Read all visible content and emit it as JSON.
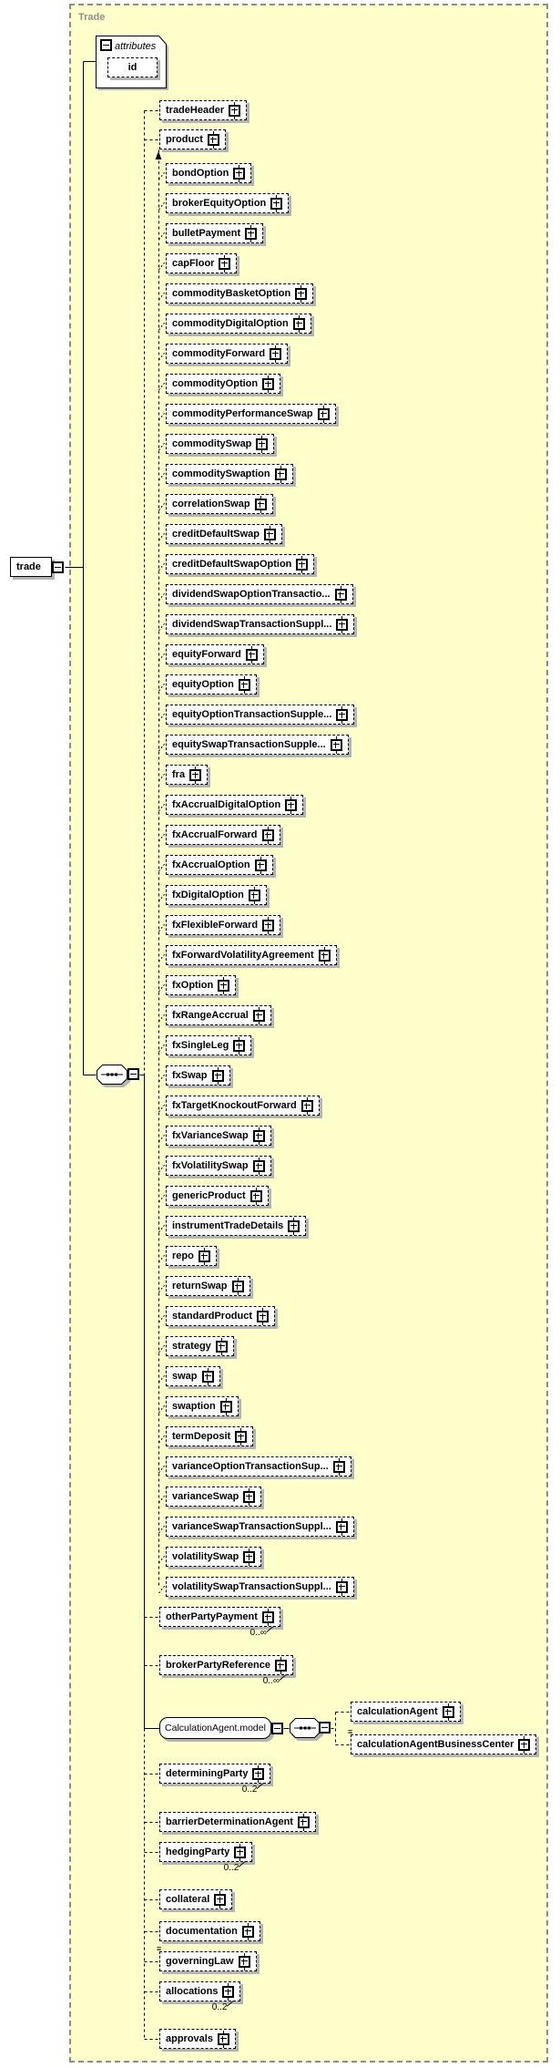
{
  "frame_title": "Trade",
  "root": {
    "label": "trade"
  },
  "attributes_panel": {
    "title": "attributes",
    "attributes": [
      {
        "label": "id"
      }
    ]
  },
  "icons": {
    "expand": "+",
    "collapse": "−",
    "annotation": "≡",
    "sequence": "sequence-compositor"
  },
  "colors": {
    "frame_bg": "#ffffcc",
    "frame_border": "#8c8c8c",
    "box_shadow": "#b4b4b4",
    "text": "#000000"
  },
  "top_children": [
    {
      "label": "tradeHeader"
    },
    {
      "label": "product",
      "substitution_group_head": true
    }
  ],
  "product_substitutions": [
    {
      "label": "bondOption"
    },
    {
      "label": "brokerEquityOption"
    },
    {
      "label": "bulletPayment"
    },
    {
      "label": "capFloor"
    },
    {
      "label": "commodityBasketOption"
    },
    {
      "label": "commodityDigitalOption"
    },
    {
      "label": "commodityForward"
    },
    {
      "label": "commodityOption"
    },
    {
      "label": "commodityPerformanceSwap"
    },
    {
      "label": "commoditySwap"
    },
    {
      "label": "commoditySwaption"
    },
    {
      "label": "correlationSwap"
    },
    {
      "label": "creditDefaultSwap"
    },
    {
      "label": "creditDefaultSwapOption"
    },
    {
      "label": "dividendSwapOptionTransactio..."
    },
    {
      "label": "dividendSwapTransactionSuppl..."
    },
    {
      "label": "equityForward"
    },
    {
      "label": "equityOption"
    },
    {
      "label": "equityOptionTransactionSupple..."
    },
    {
      "label": "equitySwapTransactionSupple..."
    },
    {
      "label": "fra"
    },
    {
      "label": "fxAccrualDigitalOption"
    },
    {
      "label": "fxAccrualForward"
    },
    {
      "label": "fxAccrualOption"
    },
    {
      "label": "fxDigitalOption"
    },
    {
      "label": "fxFlexibleForward"
    },
    {
      "label": "fxForwardVolatilityAgreement"
    },
    {
      "label": "fxOption"
    },
    {
      "label": "fxRangeAccrual"
    },
    {
      "label": "fxSingleLeg"
    },
    {
      "label": "fxSwap"
    },
    {
      "label": "fxTargetKnockoutForward"
    },
    {
      "label": "fxVarianceSwap"
    },
    {
      "label": "fxVolatilitySwap"
    },
    {
      "label": "genericProduct"
    },
    {
      "label": "instrumentTradeDetails"
    },
    {
      "label": "repo"
    },
    {
      "label": "returnSwap"
    },
    {
      "label": "standardProduct"
    },
    {
      "label": "strategy"
    },
    {
      "label": "swap"
    },
    {
      "label": "swaption"
    },
    {
      "label": "termDeposit"
    },
    {
      "label": "varianceOptionTransactionSup..."
    },
    {
      "label": "varianceSwap"
    },
    {
      "label": "varianceSwapTransactionSuppl..."
    },
    {
      "label": "volatilitySwap"
    },
    {
      "label": "volatilitySwapTransactionSuppl..."
    }
  ],
  "bottom_children": [
    {
      "label": "otherPartyPayment",
      "occurs": "0..∞"
    },
    {
      "label": "brokerPartyReference",
      "occurs": "0..∞"
    },
    {
      "label": "CalculationAgent.model",
      "kind": "group",
      "children": [
        {
          "label": "calculationAgent"
        },
        {
          "label": "calculationAgentBusinessCenter",
          "annotated": true
        }
      ]
    },
    {
      "label": "determiningParty",
      "occurs": "0..2"
    },
    {
      "label": "barrierDeterminationAgent"
    },
    {
      "label": "hedgingParty",
      "occurs": "0..2"
    },
    {
      "label": "collateral"
    },
    {
      "label": "documentation"
    },
    {
      "label": "governingLaw",
      "annotated": true
    },
    {
      "label": "allocations",
      "occurs": "0..2"
    },
    {
      "label": "approvals"
    }
  ]
}
